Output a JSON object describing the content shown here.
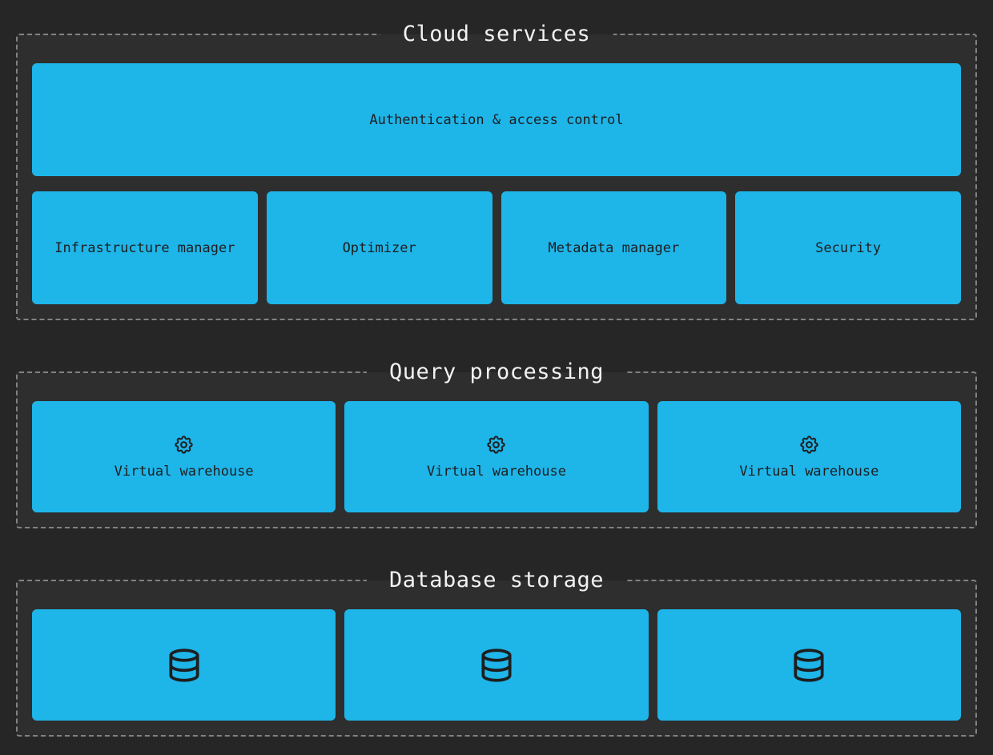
{
  "colors": {
    "page_bg": "#262626",
    "section_bg": "#2e2e2e",
    "border": "#828282",
    "box_fill": "#1eb5e9",
    "box_text": "#1e1e1e",
    "title_text": "#f2f2f2"
  },
  "sections": {
    "cloud_services": {
      "title": "Cloud services",
      "auth_box_label": "Authentication & access control",
      "boxes": [
        "Infrastructure manager",
        "Optimizer",
        "Metadata manager",
        "Security"
      ]
    },
    "query_processing": {
      "title": "Query processing",
      "warehouses": [
        {
          "icon": "gear-icon",
          "label": "Virtual warehouse"
        },
        {
          "icon": "gear-icon",
          "label": "Virtual warehouse"
        },
        {
          "icon": "gear-icon",
          "label": "Virtual warehouse"
        }
      ]
    },
    "database_storage": {
      "title": "Database storage",
      "databases": [
        {
          "icon": "database-icon"
        },
        {
          "icon": "database-icon"
        },
        {
          "icon": "database-icon"
        }
      ]
    }
  }
}
